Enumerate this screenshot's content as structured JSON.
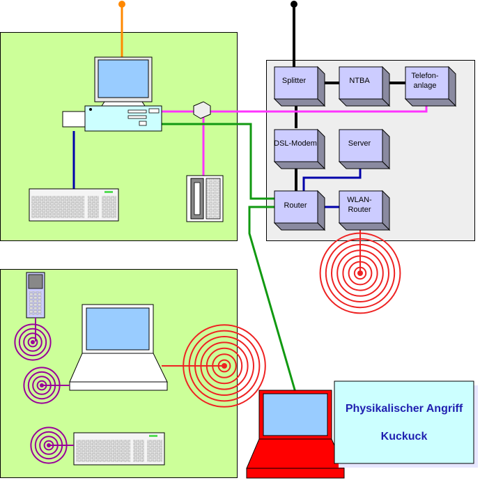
{
  "colors": {
    "zone_green": "#ccff99",
    "infra_panel": "#eeeeee",
    "box_face": "#ccccff",
    "box_side": "#8a8aa0",
    "cable_black": "#000000",
    "cable_magenta": "#ff33ff",
    "cable_green": "#119911",
    "cable_blue": "#0000aa",
    "cable_orange": "#ff8800",
    "radio_red": "#ee2222",
    "radio_purple": "#990099",
    "laptop_red": "#ff0000",
    "screen_blue": "#99ccff",
    "info_bg": "#ccffff",
    "info_shadow": "#e6e6ff",
    "title_blue": "#1f1fb0"
  },
  "boxes": {
    "splitter": "Splitter",
    "ntba": "NTBA",
    "telefon_line1": "Telefon-",
    "telefon_line2": "anlage",
    "dsl_modem": "DSL-Modem",
    "server": "Server",
    "router": "Router",
    "wlan_line1": "WLAN-",
    "wlan_line2": "Router"
  },
  "info": {
    "title": "Physikalischer Angriff",
    "subtitle": "Kuckuck"
  },
  "icons": {
    "desktop": "desktop-computer-icon",
    "keyboard": "keyboard-icon",
    "phone": "telephone-icon",
    "mobile": "mobile-phone-icon",
    "laptop": "laptop-icon",
    "attacker_laptop": "attacker-laptop-icon"
  }
}
